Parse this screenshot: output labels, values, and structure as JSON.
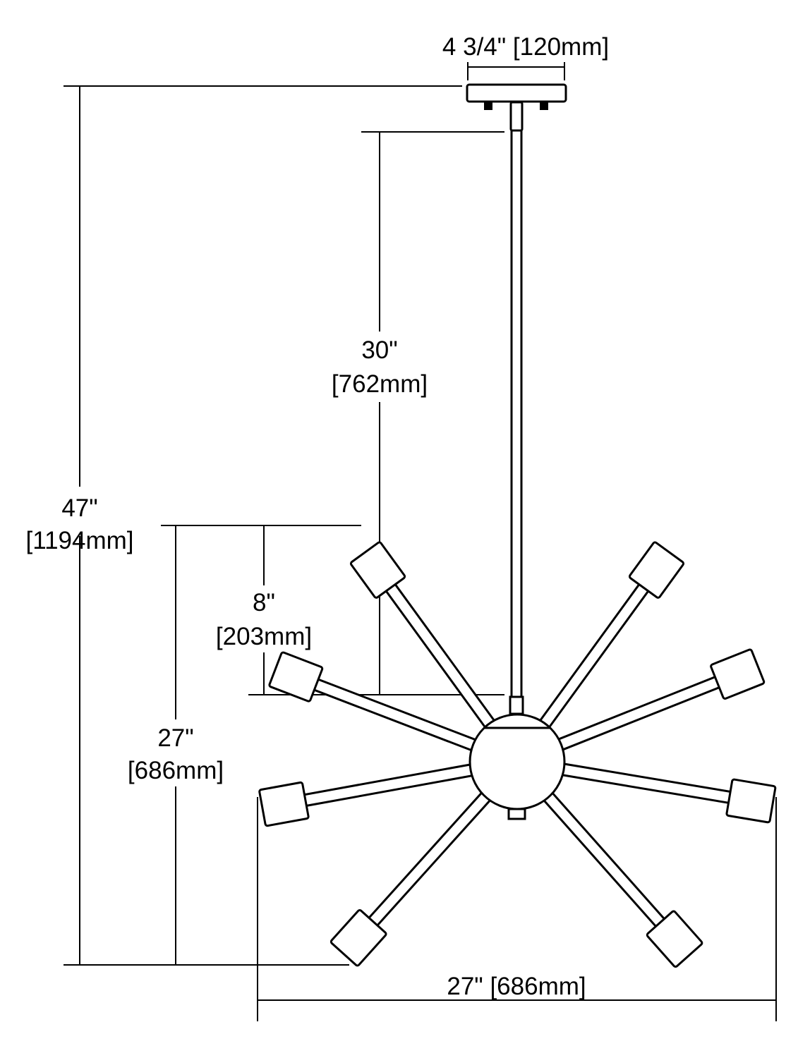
{
  "title": "Sputnik chandelier dimension drawing",
  "dimensions": {
    "canopy_width": "4 3/4\" [120mm]",
    "overall_height": {
      "inches": "47\"",
      "mm": "[1194mm]"
    },
    "rod_length": {
      "inches": "30\"",
      "mm": "[762mm]"
    },
    "top_arm_offset": {
      "inches": "8\"",
      "mm": "[203mm]"
    },
    "fixture_height": {
      "inches": "27\"",
      "mm": "[686mm]"
    },
    "fixture_width": "27\" [686mm]"
  },
  "arms": [
    {
      "name": "upper-left",
      "angle_deg": -126
    },
    {
      "name": "upper-right",
      "angle_deg": -54
    },
    {
      "name": "mid-left",
      "angle_deg": -159
    },
    {
      "name": "mid-right",
      "angle_deg": -21.7
    },
    {
      "name": "lower-left",
      "angle_deg": 169.7
    },
    {
      "name": "lower-right",
      "angle_deg": 9.5
    },
    {
      "name": "bottom-left",
      "angle_deg": 132
    },
    {
      "name": "bottom-right",
      "angle_deg": 48.4
    }
  ]
}
